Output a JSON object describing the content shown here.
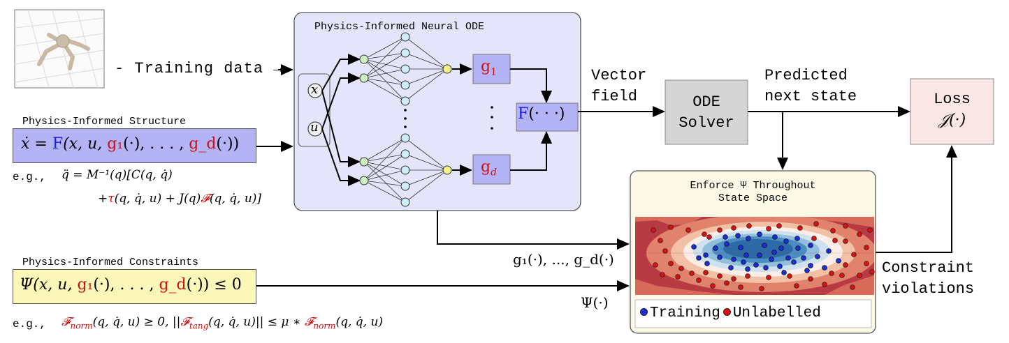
{
  "inputs": {
    "training_data_label": "- Training data →"
  },
  "neural_ode": {
    "title": "Physics-Informed Neural ODE",
    "input_x": "x",
    "input_u": "u",
    "g1_label_base": "g",
    "g1_label_sub": "1",
    "gd_label_base": "g",
    "gd_label_sub": "d",
    "combiner_base": "F",
    "combiner_args": "(· · ·)"
  },
  "structure": {
    "title": "Physics-Informed Structure",
    "eq_lhs": "ẋ = ",
    "eq_F": "F",
    "eq_open": "(x, u, ",
    "eq_g1": "g₁",
    "eq_mid": "(·), . . . , ",
    "eq_gd": "g_d",
    "eq_close": "(·))",
    "example_prefix": "e.g.,",
    "example_line1": "q̈ = M⁻¹(q)[C(q, q̇)",
    "example_line2_plus": "+",
    "example_line2_tau": "τ",
    "example_line2_mid": "(q, q̇, u) + J(q)",
    "example_line2_F": "𝓕",
    "example_line2_end": "(q, q̇, u)]"
  },
  "constraints": {
    "title": "Physics-Informed Constraints",
    "eq_psi": "Ψ(x, u, ",
    "eq_g1": "g₁",
    "eq_mid": "(·), . . . , ",
    "eq_gd": "g_d",
    "eq_close": "(·)) ≤ 0",
    "example_prefix": "e.g.,",
    "example_F1": "𝓕",
    "example_F1_sub": "norm",
    "example_mid1": "(q, q̇, u) ≥ 0,  ||",
    "example_F2": "𝓕",
    "example_F2_sub": "tang",
    "example_mid2": "(q, q̇, u)|| ≤ μ ∗ ",
    "example_F3": "𝓕",
    "example_F3_sub": "norm",
    "example_end": "(q, q̇, u)"
  },
  "flow": {
    "vector_field_line1": "Vector",
    "vector_field_line2": "field",
    "ode_solver_line1": "ODE",
    "ode_solver_line2": "Solver",
    "predicted_line1": "Predicted",
    "predicted_line2": "next state",
    "loss_line1": "Loss",
    "loss_line2": "𝒥(·)",
    "g_funcs_label": "g₁(·), ..., g_d(·)",
    "psi_label": "Ψ(·)",
    "violations_line1": "Constraint",
    "violations_line2": "violations"
  },
  "enforce": {
    "title_line1": "Enforce Ψ Throughout",
    "title_line2": "State Space",
    "legend_training": "Training",
    "legend_unlabelled": "Unlabelled"
  },
  "colors": {
    "ode_panel_fill": "#e4e4fb",
    "g_box_fill": "#b3b3f5",
    "structure_fill": "#b3b3f5",
    "constraints_fill": "#fbf7b8",
    "enforce_fill": "#fcfae6",
    "ode_solver_fill": "#d5d5d5",
    "loss_fill": "#fbe6e6",
    "node_input": "#cff2c2",
    "node_hidden": "#cdeef7",
    "node_output": "#f5f28a",
    "training_point": "#1a2ee0",
    "unlabelled_point": "#e01010"
  }
}
